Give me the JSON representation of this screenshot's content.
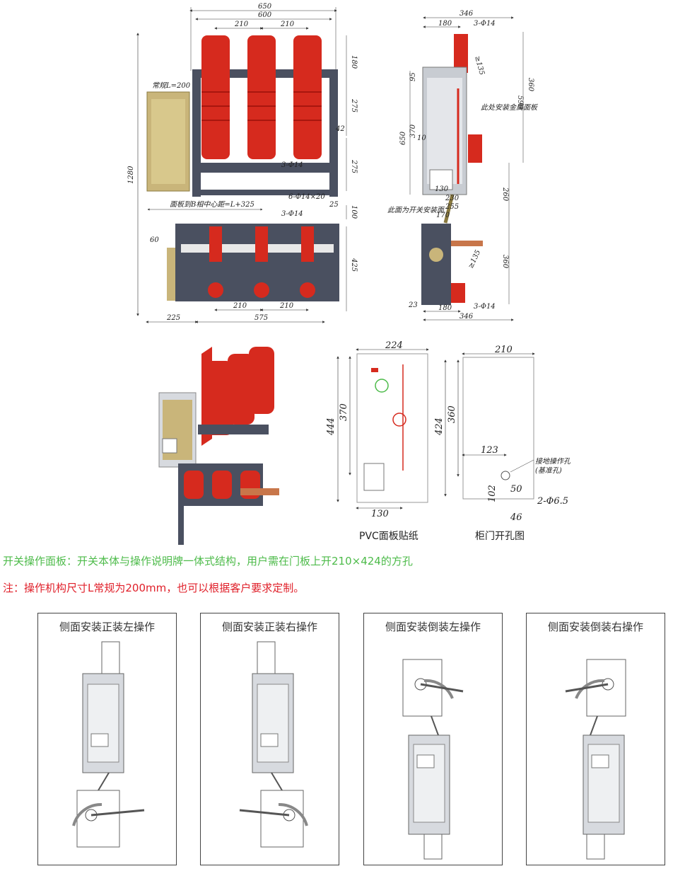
{
  "front_view": {
    "dims_top": [
      "650",
      "600",
      "210",
      "210"
    ],
    "dims_left": [
      "1280"
    ],
    "dims_right": [
      "180",
      "275",
      "42",
      "275",
      "100",
      "25",
      "425"
    ],
    "dims_bottom": [
      "225",
      "575",
      "210",
      "210"
    ],
    "label_standard": "常规L=200",
    "label_phase": "面板到B相中心距=L+325",
    "label_hole1": "3-Φ14",
    "label_hole2": "6-Φ14×20",
    "label_hole3": "3-Φ14",
    "dim_60": "60"
  },
  "side_view": {
    "dims_top": [
      "346",
      "180"
    ],
    "label_hole_top": "3-Φ14",
    "dims_right": [
      "360",
      "590",
      "260",
      "360"
    ],
    "dims_left": [
      "95",
      "370",
      "650",
      "10"
    ],
    "dims_bottom_inner": [
      "130",
      "230",
      "255",
      "170"
    ],
    "label_panel": "此处安装金属面板",
    "label_switch": "此面为开关安装面",
    "label_hole_bottom": "3-Φ14",
    "dims_bottom": [
      "180",
      "346",
      "23"
    ],
    "dim_135a": "≥135",
    "dim_135b": "≥135"
  },
  "pvc_sticker": {
    "width": "224",
    "height_total": "444",
    "height_inner": "370",
    "bottom": "130",
    "caption": "PVC面板贴纸"
  },
  "door_cutout": {
    "width": "210",
    "height_total": "424",
    "height_inner": "360",
    "dim_123": "123",
    "dim_102": "102",
    "dim_50": "50",
    "dim_46": "46",
    "hole": "2-Φ6.5",
    "label_ground": "接地操作孔",
    "label_ref": "(基准孔)",
    "caption": "柜门开孔图"
  },
  "notes": {
    "note1": "开关操作面板：开关本体与操作说明牌一体式结构，用户需在门板上开210×424的方孔",
    "note2": "注：操作机构尺寸L常规为200mm，也可以根据客户要求定制。"
  },
  "panels": [
    {
      "title": "侧面安装正装左操作"
    },
    {
      "title": "侧面安装正装右操作"
    },
    {
      "title": "侧面安装倒装左操作"
    },
    {
      "title": "侧面安装倒装右操作"
    }
  ],
  "colors": {
    "insulator": "#d62a1e",
    "frame": "#4a5060",
    "mechanism": "#c9b57a",
    "note_green": "#4dbb4a",
    "note_red": "#e0202a"
  }
}
